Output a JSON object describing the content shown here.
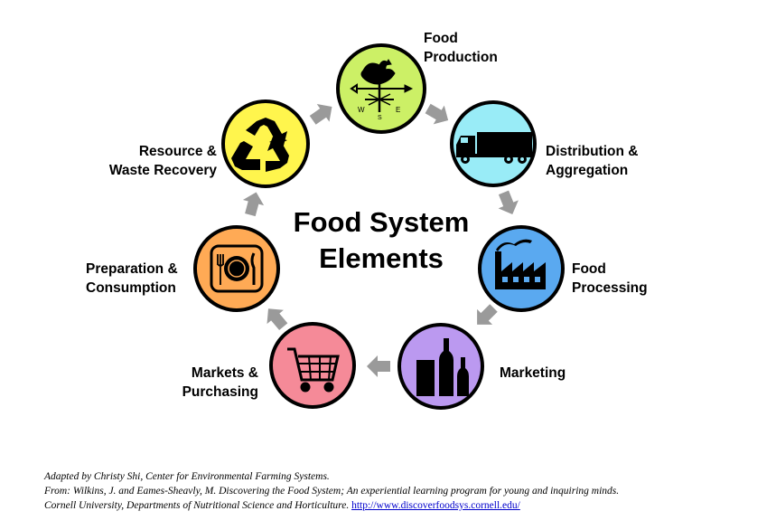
{
  "title": {
    "line1": "Food System",
    "line2": "Elements"
  },
  "nodes": [
    {
      "id": "food-production",
      "line1": "Food",
      "line2": "Production",
      "color": "#ccf066",
      "icon": "rooster-weathervane-icon"
    },
    {
      "id": "distribution",
      "line1": "Distribution &",
      "line2": "Aggregation",
      "color": "#99ecf7",
      "icon": "truck-icon"
    },
    {
      "id": "food-processing",
      "line1": "Food",
      "line2": "Processing",
      "color": "#5aa9f0",
      "icon": "factory-icon"
    },
    {
      "id": "marketing",
      "line1": "Marketing",
      "line2": "",
      "color": "#bb99f0",
      "icon": "bottles-icon"
    },
    {
      "id": "markets-purchasing",
      "line1": "Markets &",
      "line2": "Purchasing",
      "color": "#f58a98",
      "icon": "shopping-cart-icon"
    },
    {
      "id": "preparation-consumption",
      "line1": "Preparation &",
      "line2": "Consumption",
      "color": "#ffaa55",
      "icon": "plate-utensils-icon"
    },
    {
      "id": "resource-waste",
      "line1": "Resource &",
      "line2": "Waste Recovery",
      "color": "#fff54d",
      "icon": "recycle-icon"
    }
  ],
  "credits": {
    "line1": "Adapted by Christy Shi, Center for Environmental Farming Systems.",
    "line2": "From:  Wilkins, J. and Eames-Sheavly, M. Discovering the Food System; An experiential learning program for young and inquiring minds.",
    "line3_text": "Cornell University, Departments of Nutritional Science and Horticulture. ",
    "link": "http://www.discoverfoodsys.cornell.edu/"
  },
  "arrow_color": "#9a9a9a"
}
